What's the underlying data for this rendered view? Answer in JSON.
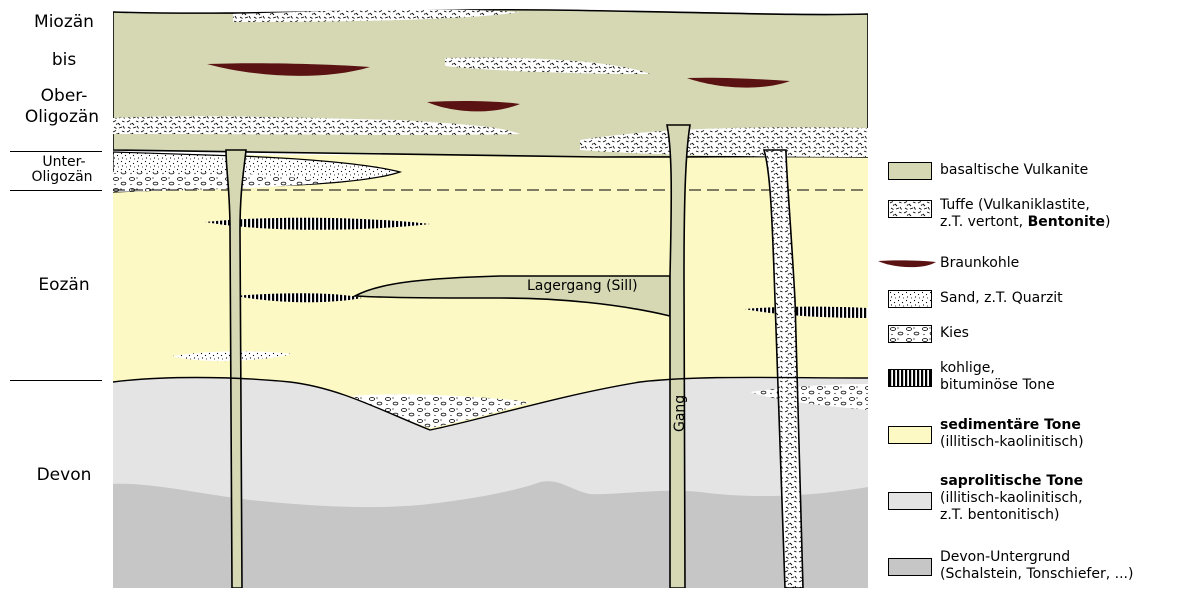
{
  "ages": {
    "miozaen": "Miozän",
    "bis": "bis",
    "ober": "Ober-",
    "oligozaen1": "Oligozän",
    "unter": "Unter-",
    "oligozaen2": "Oligozän",
    "eozaen": "Eozän",
    "devon": "Devon"
  },
  "labels": {
    "sill": "Lagergang (Sill)",
    "gang": "Gang"
  },
  "legend": [
    {
      "line1": "basaltische Vulkanite",
      "line1_bold": "",
      "line1_after": "",
      "line2": "",
      "line3": ""
    },
    {
      "line1": "Tuffe (Vulkaniklastite,",
      "line1_bold": "",
      "line1_after": "",
      "line2": "z.T. vertont, ",
      "line2_bold": "Bentonite",
      "line2_after": ")"
    },
    {
      "line1": "Braunkohle"
    },
    {
      "line1": "Sand, z.T. Quarzit"
    },
    {
      "line1": "Kies"
    },
    {
      "line1": "kohlige,",
      "line2": "bituminöse Tone"
    },
    {
      "line1_bold": "sedimentäre Tone",
      "line2": "(illitisch-kaolinitisch)"
    },
    {
      "line1_bold": "saprolitische Tone",
      "line2": "(illitisch-kaolinitisch,",
      "line3": "z.T. bentonitisch)"
    },
    {
      "line1": "Devon-Untergrund",
      "line2": "(Schalstein, Tonschiefer, ...)"
    }
  ],
  "colors": {
    "basalt": "#d6d8b4",
    "sediment": "#fdf9c4",
    "saprolite": "#e4e4e4",
    "devon": "#c6c6c6",
    "coal": "#5a1212"
  }
}
